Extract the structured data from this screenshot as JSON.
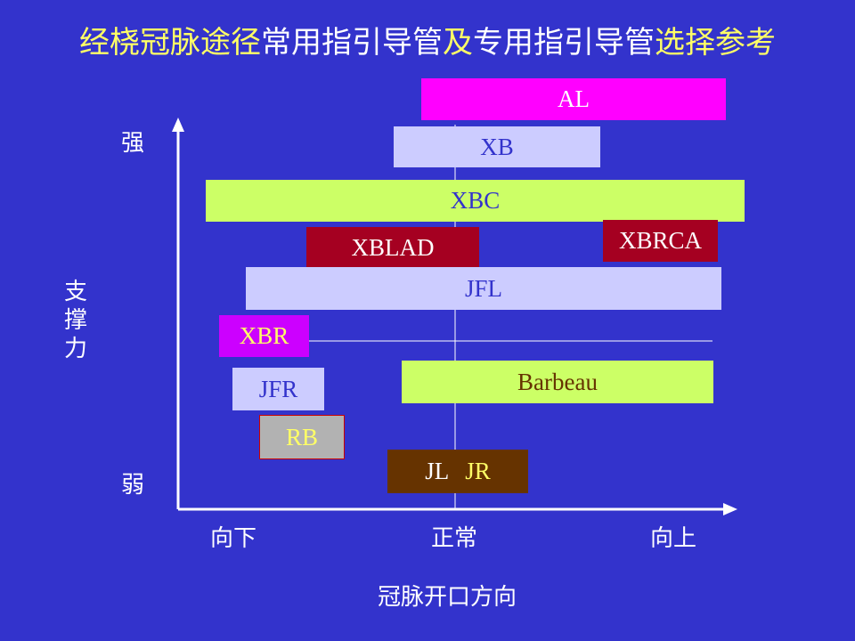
{
  "title": {
    "parts": [
      {
        "text": "经桡冠脉途径",
        "highlight": true
      },
      {
        "text": "常用指引导管",
        "highlight": false
      },
      {
        "text": "及",
        "highlight": true
      },
      {
        "text": "专用指引导管",
        "highlight": false
      },
      {
        "text": "选择参考",
        "highlight": true
      }
    ]
  },
  "y_axis": {
    "title": "支撑力",
    "top_label": "强",
    "bottom_label": "弱"
  },
  "x_axis": {
    "title": "冠脉开口方向",
    "left_label": "向下",
    "center_label": "正常",
    "right_label": "向上"
  },
  "catheters": [
    {
      "name": "AL",
      "fill": "#ff00ff",
      "text_color": "#ffffff"
    },
    {
      "name": "XB",
      "fill": "#ccccff",
      "text_color": "#3333cc"
    },
    {
      "name": "XBC",
      "fill": "#ccff66",
      "text_color": "#3333cc"
    },
    {
      "name": "XBLAD",
      "fill": "#a50021",
      "text_color": "#ffffff"
    },
    {
      "name": "XBRCA",
      "fill": "#a50021",
      "text_color": "#ffffff"
    },
    {
      "name": "JFL",
      "fill": "#ccccff",
      "text_color": "#3333cc"
    },
    {
      "name": "XBR",
      "fill": "#cc00ff",
      "text_color": "#ffff66"
    },
    {
      "name": "JFR",
      "fill": "#ccccff",
      "text_color": "#3333cc"
    },
    {
      "name": "Barbeau",
      "fill": "#ccff66",
      "text_color": "#663300"
    },
    {
      "name": "RB",
      "fill": "#b2b2b2",
      "text_color": "#ffff66",
      "border": "#cc0000"
    },
    {
      "name": "JL",
      "fill": "#663300",
      "text_color": "#ffffff"
    },
    {
      "name": "JR",
      "fill": "#663300",
      "text_color": "#ffff66"
    }
  ],
  "colors": {
    "background": "#3333cc",
    "title_highlight": "#ffff66",
    "title_normal": "#ffffff",
    "axis": "#ffffff"
  }
}
